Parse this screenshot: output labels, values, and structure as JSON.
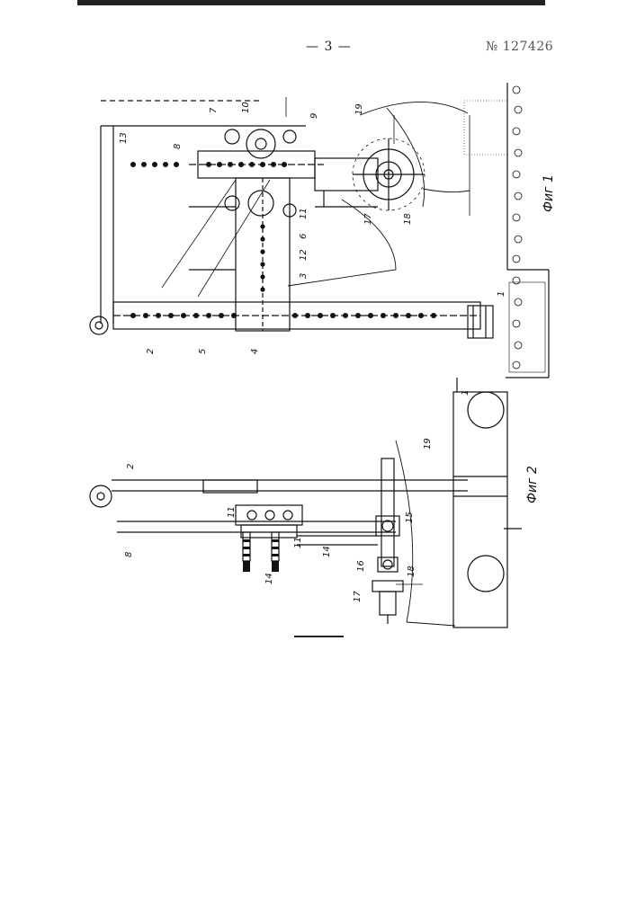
{
  "header": {
    "page_number": "— 3 —",
    "patent_number": "№ 127426"
  },
  "figure1": {
    "caption": "Фиг 1",
    "labels": [
      "1",
      "2",
      "3",
      "4",
      "5",
      "6",
      "7",
      "8",
      "9",
      "10",
      "11",
      "12",
      "13",
      "17",
      "18",
      "19"
    ]
  },
  "figure2": {
    "caption": "Фиг 2",
    "labels": [
      "1",
      "2",
      "8",
      "11",
      "11",
      "14",
      "14",
      "15",
      "16",
      "17",
      "18",
      "19"
    ]
  },
  "colors": {
    "ink": "#111111",
    "paper": "#ffffff"
  }
}
